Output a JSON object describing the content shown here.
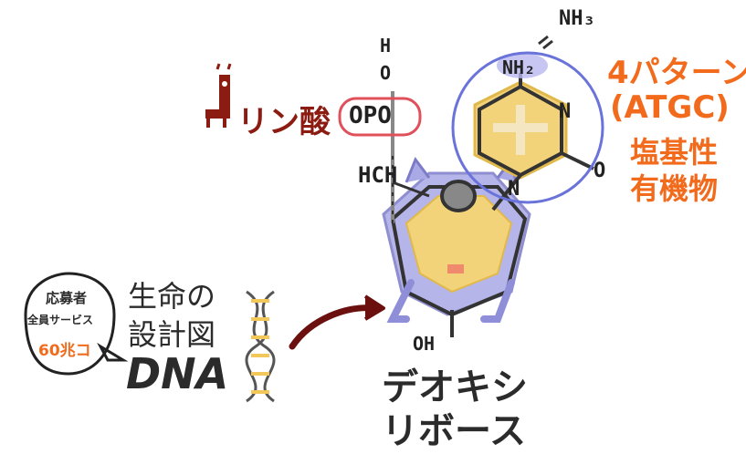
{
  "labels": {
    "phosphate": "リン酸",
    "phosphate_group": "OPO",
    "base_pattern_line1": "4パターン",
    "base_pattern_line2": "(ATGC)",
    "base_type1": "塩基性",
    "base_type2": "有機物",
    "sugar_line1": "デオキシ",
    "sugar_line2": "リボース",
    "blueprint_line1": "生命の",
    "blueprint_line2": "設計図",
    "dna": "DNA",
    "badge_line1": "応募者",
    "badge_line2": "全員サービス",
    "badge_line3": "60兆コ"
  },
  "atoms": {
    "h_top": "H",
    "o_top": "O",
    "hch": "HCH",
    "oh": "OH",
    "nh3": "NH₃",
    "nh2": "NH₂",
    "n_ring": "N",
    "n_bottom": "N",
    "o_base": "O"
  },
  "colors": {
    "orange": "#f26b1d",
    "maroon": "#8c1c12",
    "blue_outline": "#6a73d9",
    "red_outline": "#e0505a",
    "yellow": "#f3c85a",
    "purple": "#8e8fd8"
  }
}
